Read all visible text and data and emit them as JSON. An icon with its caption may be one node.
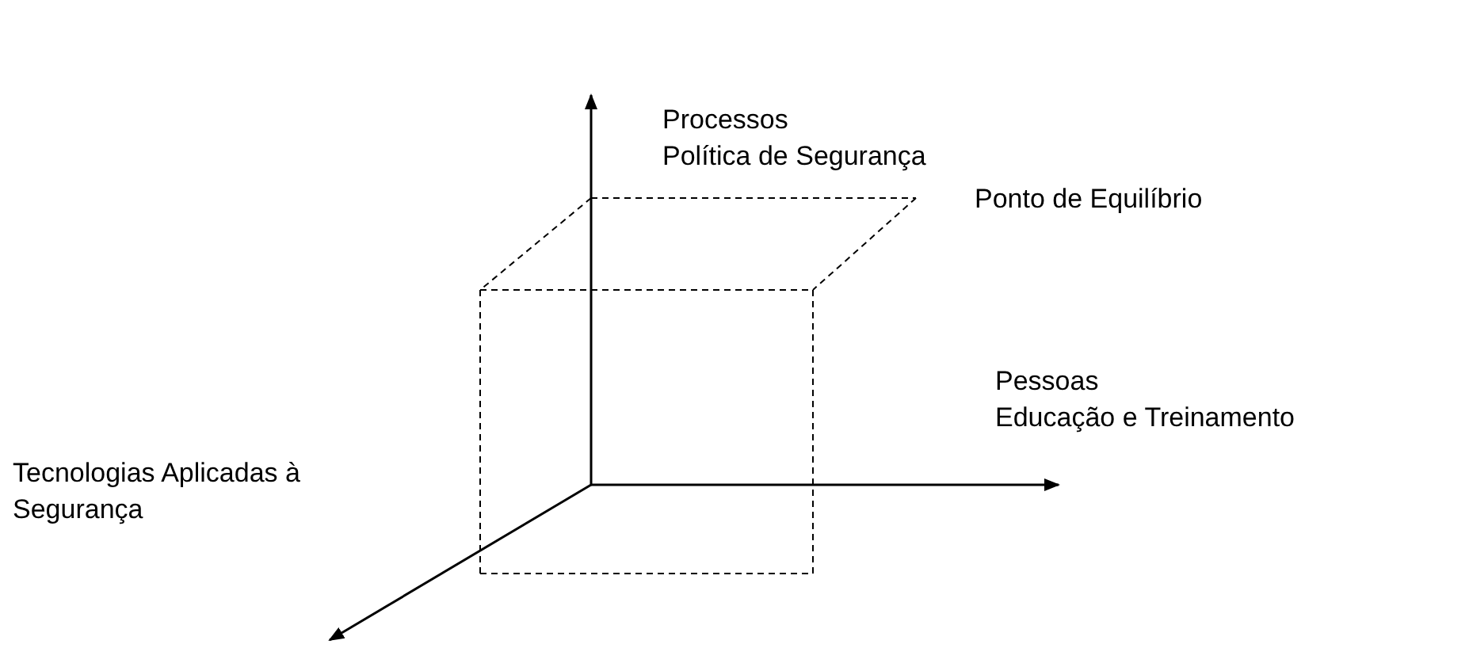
{
  "diagram": {
    "labels": [
      "Processos",
      "Política de Segurança",
      "Ponto de Equilíbrio",
      "Pessoas",
      "Educação e Treinamento",
      "Tecnologias Aplicadas à Segurança"
    ]
  }
}
